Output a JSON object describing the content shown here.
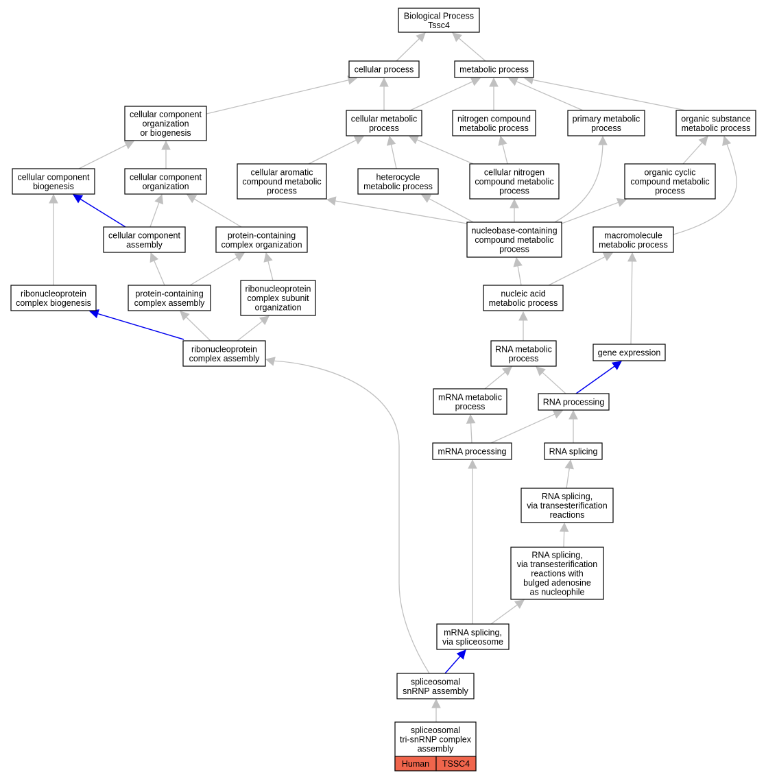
{
  "colors": {
    "edge_default": "#c0c0c0",
    "edge_highlight": "#0000ee",
    "node_border": "#000000",
    "badge_fill": "#f0654c"
  },
  "nodes": [
    {
      "id": "bp",
      "lines": [
        "Biological Process",
        "Tssc4"
      ]
    },
    {
      "id": "cp",
      "lines": [
        "cellular process"
      ]
    },
    {
      "id": "mp",
      "lines": [
        "metabolic process"
      ]
    },
    {
      "id": "ccob",
      "lines": [
        "cellular component",
        "organization",
        "or biogenesis"
      ]
    },
    {
      "id": "cmp",
      "lines": [
        "cellular metabolic",
        "process"
      ]
    },
    {
      "id": "ncmp",
      "lines": [
        "nitrogen compound",
        "metabolic process"
      ]
    },
    {
      "id": "pmp",
      "lines": [
        "primary metabolic",
        "process"
      ]
    },
    {
      "id": "osmp",
      "lines": [
        "organic substance",
        "metabolic process"
      ]
    },
    {
      "id": "ccb",
      "lines": [
        "cellular component",
        "biogenesis"
      ]
    },
    {
      "id": "cco",
      "lines": [
        "cellular component",
        "organization"
      ]
    },
    {
      "id": "cacmp",
      "lines": [
        "cellular aromatic",
        "compound metabolic",
        "process"
      ]
    },
    {
      "id": "hmp",
      "lines": [
        "heterocycle",
        "metabolic process"
      ]
    },
    {
      "id": "cncmp",
      "lines": [
        "cellular nitrogen",
        "compound metabolic",
        "process"
      ]
    },
    {
      "id": "occmp",
      "lines": [
        "organic cyclic",
        "compound metabolic",
        "process"
      ]
    },
    {
      "id": "cca",
      "lines": [
        "cellular component",
        "assembly"
      ]
    },
    {
      "id": "pcco",
      "lines": [
        "protein-containing",
        "complex organization"
      ]
    },
    {
      "id": "nbccmp",
      "lines": [
        "nucleobase-containing",
        "compound metabolic",
        "process"
      ]
    },
    {
      "id": "mmp",
      "lines": [
        "macromolecule",
        "metabolic process"
      ]
    },
    {
      "id": "rncb",
      "lines": [
        "ribonucleoprotein",
        "complex biogenesis"
      ]
    },
    {
      "id": "pcca",
      "lines": [
        "protein-containing",
        "complex assembly"
      ]
    },
    {
      "id": "rncso",
      "lines": [
        "ribonucleoprotein",
        "complex subunit",
        "organization"
      ]
    },
    {
      "id": "namp",
      "lines": [
        "nucleic acid",
        "metabolic process"
      ]
    },
    {
      "id": "rnca",
      "lines": [
        "ribonucleoprotein",
        "complex assembly"
      ]
    },
    {
      "id": "rmp",
      "lines": [
        "RNA metabolic",
        "process"
      ]
    },
    {
      "id": "ge",
      "lines": [
        "gene expression"
      ]
    },
    {
      "id": "mrmp",
      "lines": [
        "mRNA metabolic",
        "process"
      ]
    },
    {
      "id": "rp",
      "lines": [
        "RNA processing"
      ]
    },
    {
      "id": "mrp",
      "lines": [
        "mRNA processing"
      ]
    },
    {
      "id": "rs",
      "lines": [
        "RNA splicing"
      ]
    },
    {
      "id": "rsvt",
      "lines": [
        "RNA splicing,",
        "via transesterification",
        "reactions"
      ]
    },
    {
      "id": "rsvtb",
      "lines": [
        "RNA splicing,",
        "via transesterification",
        "reactions with",
        "bulged adenosine",
        "as nucleophile"
      ]
    },
    {
      "id": "msvs",
      "lines": [
        "mRNA splicing,",
        "via spliceosome"
      ]
    },
    {
      "id": "ssa",
      "lines": [
        "spliceosomal",
        "snRNP assembly"
      ]
    },
    {
      "id": "stsca",
      "lines": [
        "spliceosomal",
        "tri-snRNP complex",
        "assembly"
      ]
    }
  ],
  "badges": [
    {
      "id": "human",
      "label": "Human"
    },
    {
      "id": "tssc4",
      "label": "TSSC4"
    }
  ],
  "edges": [
    {
      "from": "cp",
      "to": "bp"
    },
    {
      "from": "mp",
      "to": "bp"
    },
    {
      "from": "ccob",
      "to": "cp"
    },
    {
      "from": "cmp",
      "to": "cp"
    },
    {
      "from": "cmp",
      "to": "mp"
    },
    {
      "from": "ncmp",
      "to": "mp"
    },
    {
      "from": "pmp",
      "to": "mp"
    },
    {
      "from": "osmp",
      "to": "mp"
    },
    {
      "from": "ccb",
      "to": "ccob"
    },
    {
      "from": "cco",
      "to": "ccob"
    },
    {
      "from": "cacmp",
      "to": "cmp"
    },
    {
      "from": "hmp",
      "to": "cmp"
    },
    {
      "from": "cncmp",
      "to": "cmp"
    },
    {
      "from": "cncmp",
      "to": "ncmp"
    },
    {
      "from": "occmp",
      "to": "osmp"
    },
    {
      "from": "cca",
      "to": "ccb",
      "highlight": true
    },
    {
      "from": "cca",
      "to": "cco"
    },
    {
      "from": "pcco",
      "to": "cco"
    },
    {
      "from": "nbccmp",
      "to": "cacmp"
    },
    {
      "from": "nbccmp",
      "to": "hmp"
    },
    {
      "from": "nbccmp",
      "to": "cncmp"
    },
    {
      "from": "nbccmp",
      "to": "occmp"
    },
    {
      "from": "nbccmp",
      "to": "pmp",
      "curve": true
    },
    {
      "from": "mmp",
      "to": "osmp",
      "curve": true
    },
    {
      "from": "rncb",
      "to": "ccb"
    },
    {
      "from": "pcca",
      "to": "cca"
    },
    {
      "from": "pcca",
      "to": "pcco"
    },
    {
      "from": "rncso",
      "to": "pcco"
    },
    {
      "from": "namp",
      "to": "nbccmp"
    },
    {
      "from": "namp",
      "to": "mmp"
    },
    {
      "from": "rnca",
      "to": "rncb",
      "highlight": true
    },
    {
      "from": "rnca",
      "to": "pcca"
    },
    {
      "from": "rnca",
      "to": "rncso"
    },
    {
      "from": "rmp",
      "to": "namp"
    },
    {
      "from": "ge",
      "to": "mmp"
    },
    {
      "from": "mrmp",
      "to": "rmp"
    },
    {
      "from": "rp",
      "to": "rmp"
    },
    {
      "from": "rp",
      "to": "ge",
      "highlight": true
    },
    {
      "from": "mrp",
      "to": "mrmp"
    },
    {
      "from": "mrp",
      "to": "rp"
    },
    {
      "from": "rs",
      "to": "rp"
    },
    {
      "from": "rsvt",
      "to": "rs"
    },
    {
      "from": "rsvtb",
      "to": "rsvt"
    },
    {
      "from": "msvs",
      "to": "mrp"
    },
    {
      "from": "msvs",
      "to": "rsvtb"
    },
    {
      "from": "ssa",
      "to": "msvs",
      "highlight": true
    },
    {
      "from": "ssa",
      "to": "rnca",
      "curve": true
    },
    {
      "from": "stsca",
      "to": "ssa"
    }
  ]
}
